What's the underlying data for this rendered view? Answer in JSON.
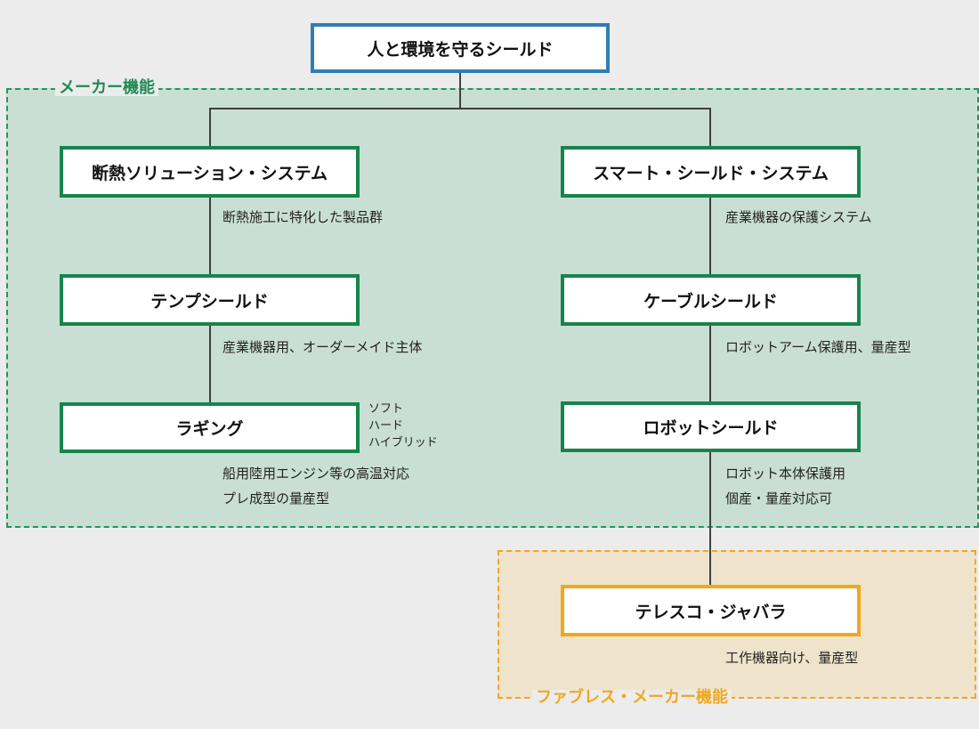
{
  "root": {
    "label": "人と環境を守るシールド"
  },
  "regions": {
    "maker": "メーカー機能",
    "fabless": "ファブレス・メーカー機能"
  },
  "left": {
    "system": {
      "label": "断熱ソリューション・システム",
      "desc": "断熱施工に特化した製品群"
    },
    "temp": {
      "label": "テンプシールド",
      "desc": "産業機器用、オーダーメイド主体"
    },
    "lagging": {
      "label": "ラギング",
      "types": [
        "ソフト",
        "ハード",
        "ハイブリッド"
      ],
      "desc": [
        "船用陸用エンジン等の高温対応",
        "プレ成型の量産型"
      ]
    }
  },
  "right": {
    "system": {
      "label": "スマート・シールド・システム",
      "desc": "産業機器の保護システム"
    },
    "cable": {
      "label": "ケーブルシールド",
      "desc": "ロボットアーム保護用、量産型"
    },
    "robot": {
      "label": "ロボットシールド",
      "desc": [
        "ロボット本体保護用",
        "個産・量産対応可"
      ]
    },
    "telesco": {
      "label": "テレスコ・ジャバラ",
      "desc": "工作機器向け、量産型"
    }
  }
}
